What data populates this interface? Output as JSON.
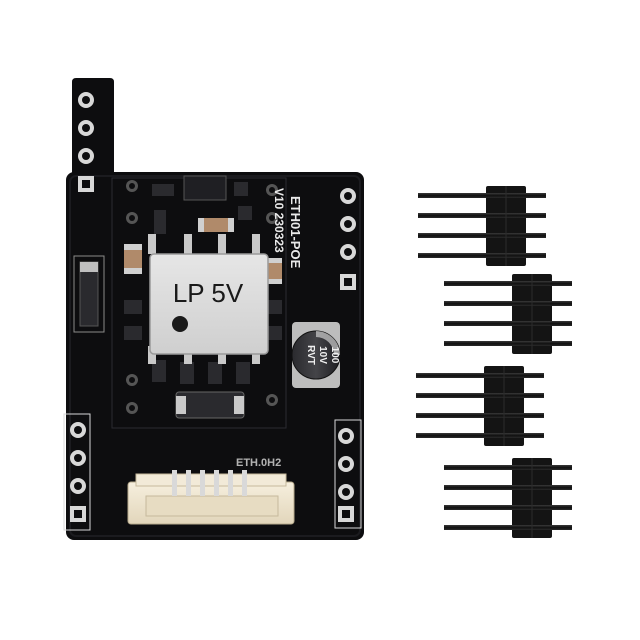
{
  "board": {
    "name_label": "ETH01-POE",
    "version_label": "V10  230323",
    "module_label": "LP 5V",
    "capacitor_lines": [
      "100",
      "10V",
      "RVT"
    ],
    "connector_label": "ETH.0H2"
  },
  "colors": {
    "pcb": "#0d0d0f",
    "silkscreen": "#e9e9e9",
    "pad": "#d8d8d8",
    "module_face": "#dcdcdc",
    "connector": "#efe6d2",
    "pin_metal": "#1c1c1c",
    "header_plastic": "#141414"
  },
  "components": [
    "pcb-board",
    "power-module-lp5v",
    "electrolytic-capacitor",
    "smd-inductor",
    "jst-connector",
    "pin-header-x4"
  ]
}
